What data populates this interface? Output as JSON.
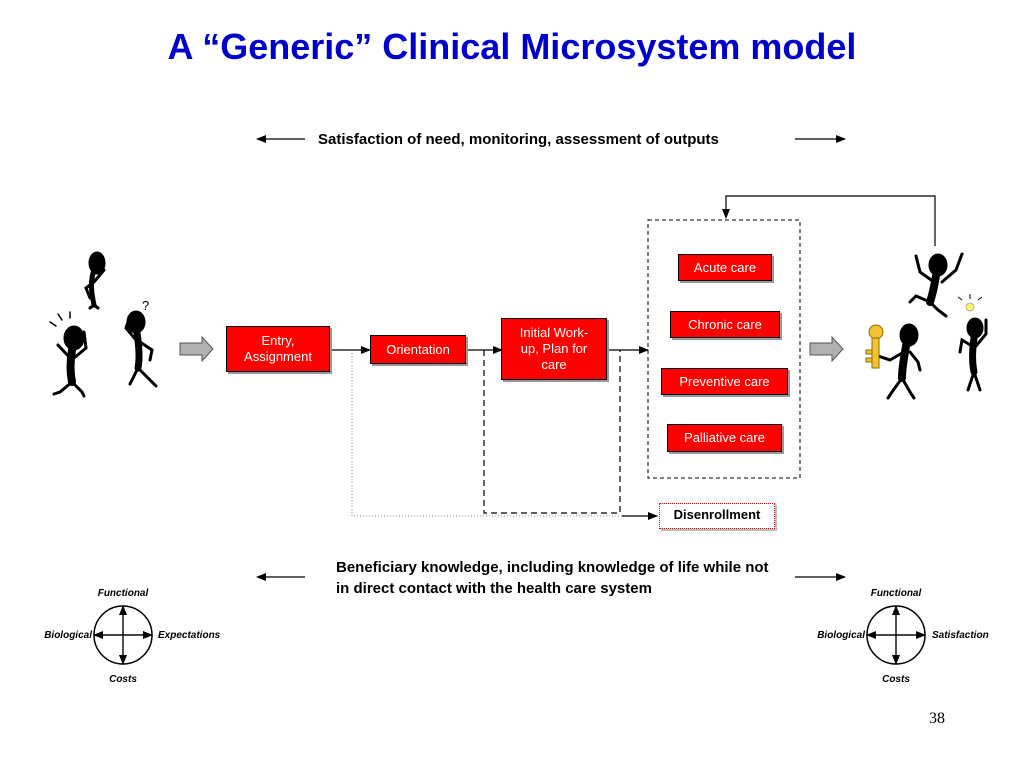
{
  "title": "A “Generic” Clinical Microsystem model",
  "top_caption": "Satisfaction of need, monitoring, assessment of outputs",
  "bottom_caption": "Beneficiary knowledge, including knowledge of life while not in direct contact with the health care system",
  "process": {
    "entry": "Entry, Assignment",
    "orientation": "Orientation",
    "initial": "Initial Work-up, Plan for care",
    "disenrollment": "Disenrollment"
  },
  "care_types": [
    "Acute care",
    "Chronic care",
    "Preventive care",
    "Palliative care"
  ],
  "compass_left": {
    "top": "Functional",
    "left": "Biological",
    "right": "Expectations",
    "bottom": "Costs"
  },
  "compass_right": {
    "top": "Functional",
    "left": "Biological",
    "right": "Satisfaction",
    "bottom": "Costs"
  },
  "question_mark": "?",
  "slide_number": "38",
  "colors": {
    "title": "#0000cc",
    "box_fill": "#ff0000",
    "box_text": "#ffffff"
  }
}
